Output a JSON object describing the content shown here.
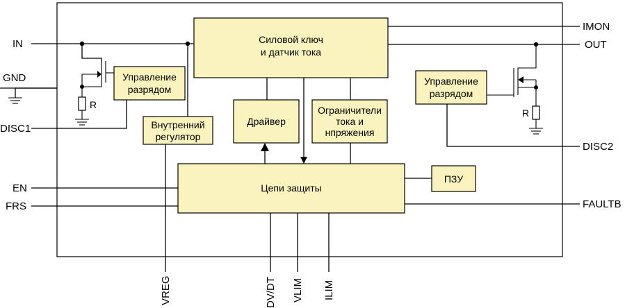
{
  "colors": {
    "block_fill": "#fbf3bd",
    "chip_fill": "#ffffff",
    "line": "#000000"
  },
  "pins": {
    "in": "IN",
    "gnd": "GND",
    "disc1": "DISC1",
    "en": "EN",
    "frs": "FRS",
    "imon": "IMON",
    "out": "OUT",
    "disc2": "DISC2",
    "faultb": "FAULTB",
    "vreg": "VREG",
    "dvdt": "DV/DT",
    "vlim": "VLIM",
    "ilim": "ILIM"
  },
  "blocks": {
    "power_switch": [
      "Силовой ключ",
      "и датчик тока"
    ],
    "discharge_left": [
      "Управление",
      "разрядом"
    ],
    "discharge_right": [
      "Управление",
      "разрядом"
    ],
    "internal_regulator": [
      "Внутренний",
      "регулятор"
    ],
    "driver": "Драйвер",
    "limiters": [
      "Ограничители",
      "тока и",
      "нпряжения"
    ],
    "protection": "Цепи защиты",
    "rom": "ПЗУ"
  },
  "components": {
    "resistor_left": "R",
    "resistor_right": "R"
  }
}
